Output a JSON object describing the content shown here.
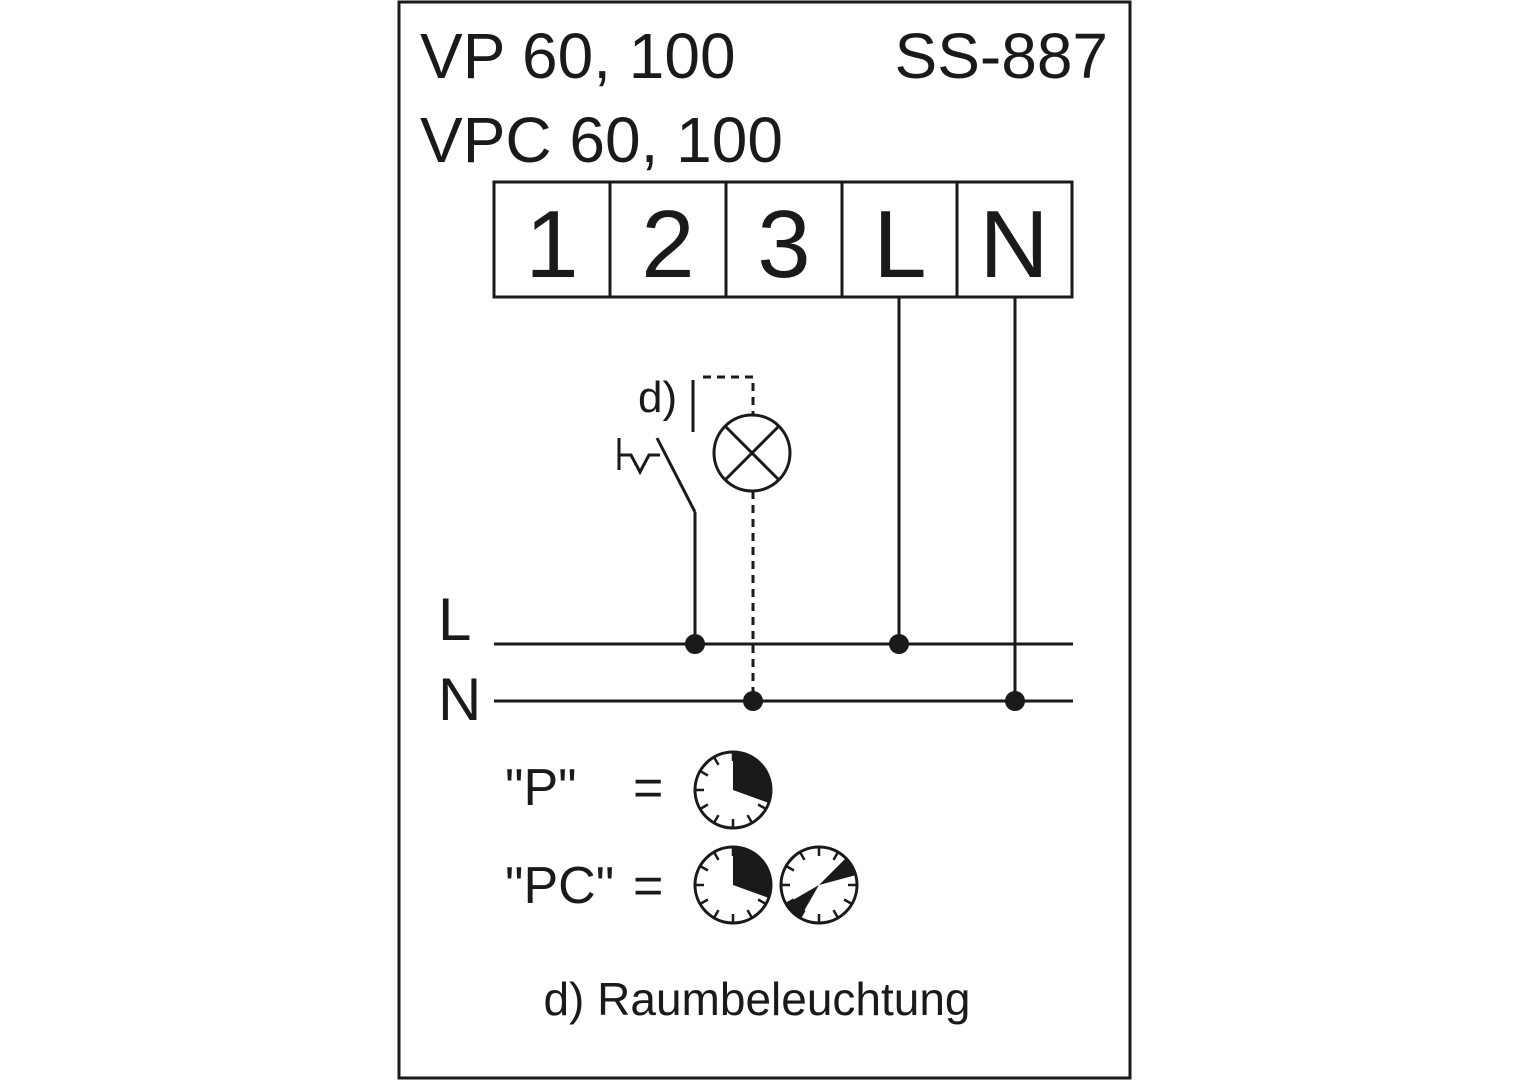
{
  "header": {
    "model_line1": "VP 60, 100",
    "code": "SS-887",
    "model_line2": "VPC 60, 100"
  },
  "terminals": [
    "1",
    "2",
    "3",
    "L",
    "N"
  ],
  "bus": {
    "line_label": "L",
    "neutral_label": "N"
  },
  "switch_label": "d)",
  "legend": {
    "p_label": "\"P\"",
    "pc_label": "\"PC\"",
    "equals": "="
  },
  "footnote": "d) Raumbeleuchtung"
}
